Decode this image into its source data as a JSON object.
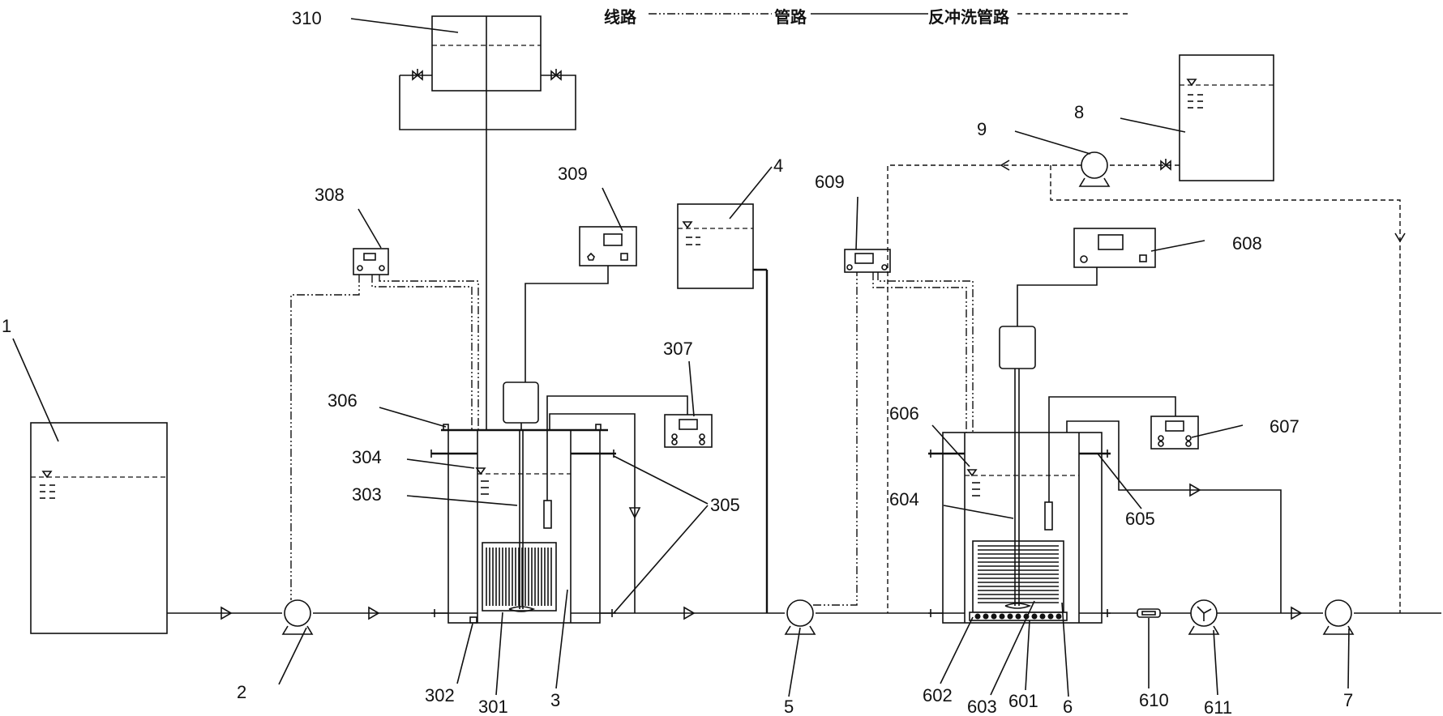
{
  "legend": {
    "line": "线路",
    "pipe": "管路",
    "backwash": "反冲洗管路"
  },
  "labels": {
    "l1": "1",
    "l2": "2",
    "l3": "3",
    "l4": "4",
    "l5": "5",
    "l6": "6",
    "l7": "7",
    "l8": "8",
    "l9": "9",
    "l301": "301",
    "l302": "302",
    "l303": "303",
    "l304": "304",
    "l305": "305",
    "l306": "306",
    "l307": "307",
    "l308": "308",
    "l309": "309",
    "l310": "310",
    "l601": "601",
    "l602": "602",
    "l603": "603",
    "l604": "604",
    "l605": "605",
    "l606": "606",
    "l607": "607",
    "l608": "608",
    "l609": "609",
    "l610": "610",
    "l611": "611"
  }
}
